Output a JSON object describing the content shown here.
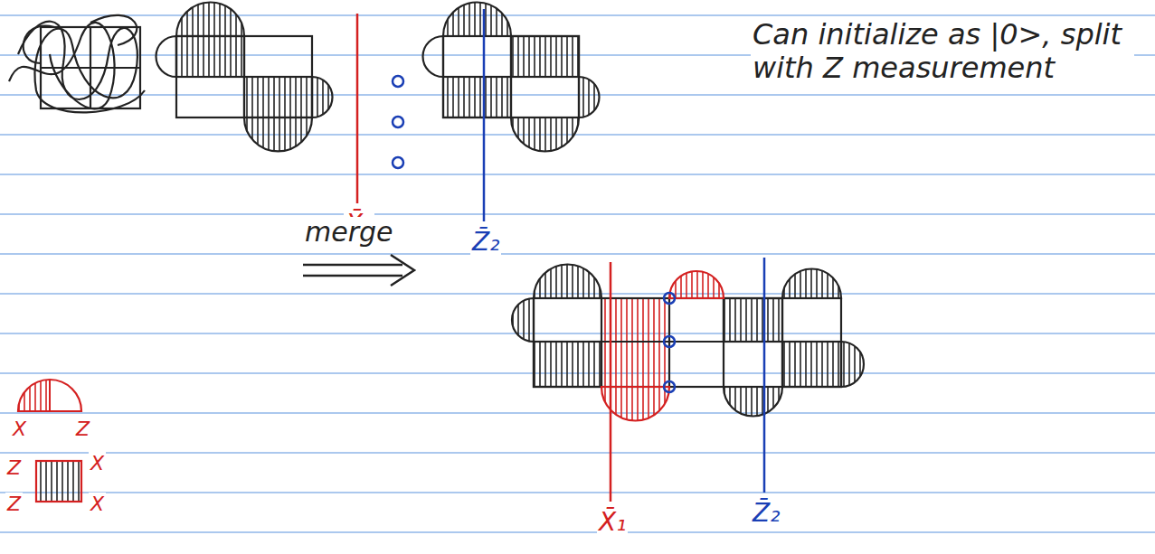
{
  "diagram": {
    "labels": [
      "Can initialize as |0>, split with Z measurement",
      "X̄₁",
      "Z̄₂",
      "merge",
      "X̄₁",
      "Z̄₂",
      "X",
      "Z",
      "Z",
      "X",
      "Z",
      "X"
    ]
  }
}
